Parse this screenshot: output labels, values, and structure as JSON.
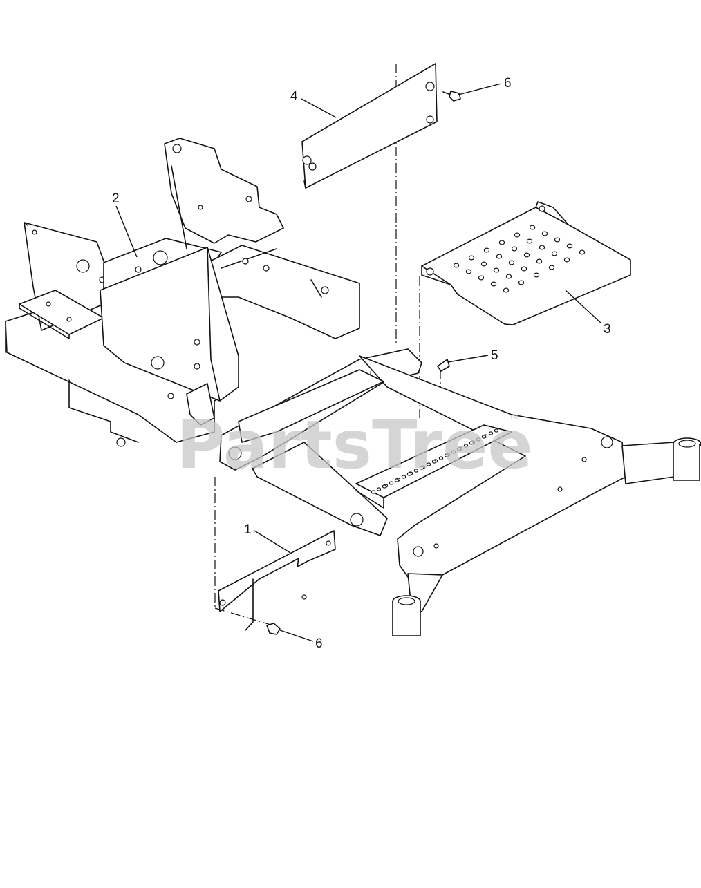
{
  "watermark": {
    "text": "PartsTree",
    "trademark": "™"
  },
  "callouts": [
    {
      "id": "callout-1",
      "label": "1"
    },
    {
      "id": "callout-2",
      "label": "2"
    },
    {
      "id": "callout-3",
      "label": "3"
    },
    {
      "id": "callout-4",
      "label": "4"
    },
    {
      "id": "callout-5",
      "label": "5"
    },
    {
      "id": "callout-6a",
      "label": "6"
    },
    {
      "id": "callout-6b",
      "label": "6"
    }
  ]
}
